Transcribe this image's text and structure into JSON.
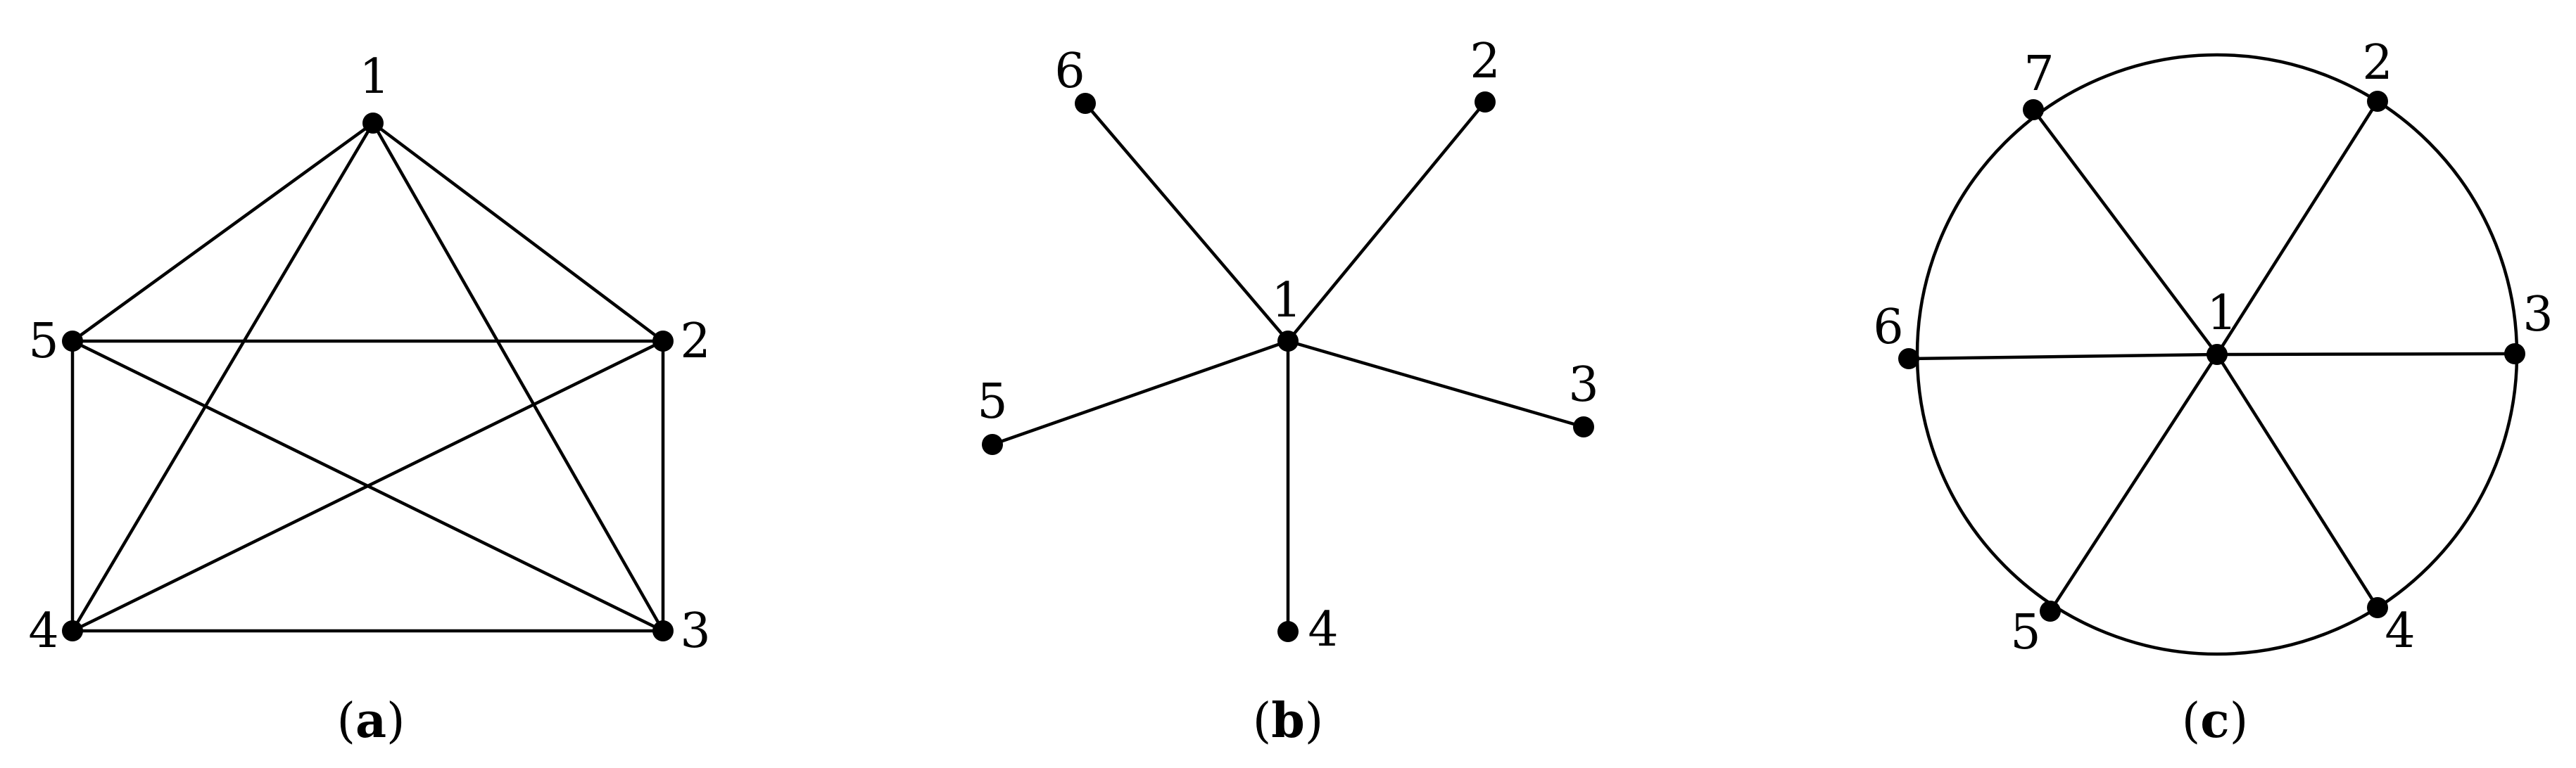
{
  "colors": {
    "ink": "#000000",
    "background": "#ffffff"
  },
  "panels": [
    {
      "id": "a",
      "caption_letter": "a",
      "nodes": [
        {
          "id": "1",
          "label": "1"
        },
        {
          "id": "2",
          "label": "2"
        },
        {
          "id": "3",
          "label": "3"
        },
        {
          "id": "4",
          "label": "4"
        },
        {
          "id": "5",
          "label": "5"
        }
      ],
      "edges": [
        [
          "1",
          "2"
        ],
        [
          "1",
          "3"
        ],
        [
          "1",
          "4"
        ],
        [
          "1",
          "5"
        ],
        [
          "2",
          "3"
        ],
        [
          "2",
          "4"
        ],
        [
          "2",
          "5"
        ],
        [
          "3",
          "4"
        ],
        [
          "3",
          "5"
        ],
        [
          "4",
          "5"
        ]
      ]
    },
    {
      "id": "b",
      "caption_letter": "b",
      "nodes": [
        {
          "id": "1",
          "label": "1"
        },
        {
          "id": "2",
          "label": "2"
        },
        {
          "id": "3",
          "label": "3"
        },
        {
          "id": "4",
          "label": "4"
        },
        {
          "id": "5",
          "label": "5"
        },
        {
          "id": "6",
          "label": "6"
        }
      ],
      "edges": [
        [
          "1",
          "2"
        ],
        [
          "1",
          "3"
        ],
        [
          "1",
          "4"
        ],
        [
          "1",
          "5"
        ],
        [
          "1",
          "6"
        ]
      ]
    },
    {
      "id": "c",
      "caption_letter": "c",
      "has_circle": true,
      "nodes": [
        {
          "id": "1",
          "label": "1"
        },
        {
          "id": "2",
          "label": "2"
        },
        {
          "id": "3",
          "label": "3"
        },
        {
          "id": "4",
          "label": "4"
        },
        {
          "id": "5",
          "label": "5"
        },
        {
          "id": "6",
          "label": "6"
        },
        {
          "id": "7",
          "label": "7"
        }
      ],
      "edges": [
        [
          "1",
          "2"
        ],
        [
          "1",
          "3"
        ],
        [
          "1",
          "4"
        ],
        [
          "1",
          "5"
        ],
        [
          "1",
          "6"
        ],
        [
          "1",
          "7"
        ]
      ]
    }
  ]
}
